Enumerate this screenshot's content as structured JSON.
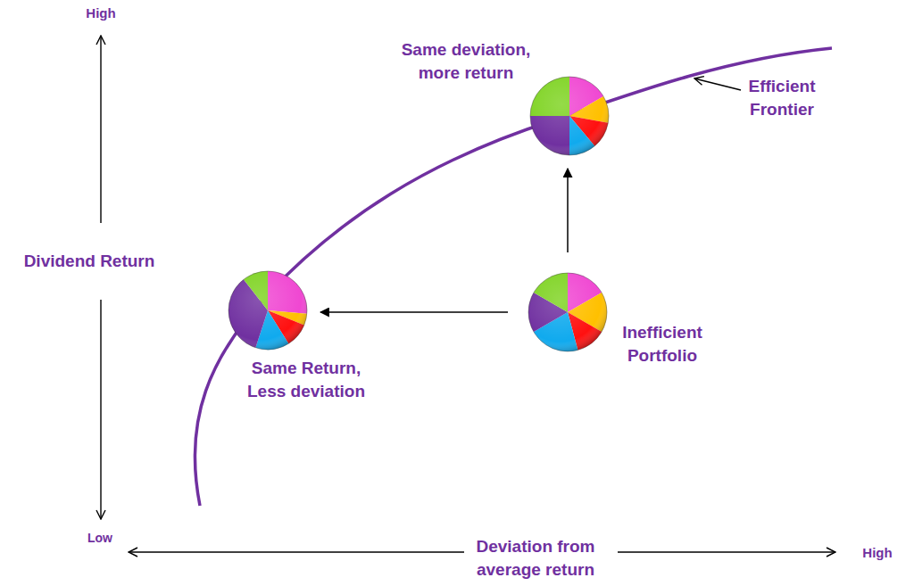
{
  "diagram": {
    "nodes": [
      {
        "text": [
          "Same deviation, more return"
        ]
      },
      {
        "text": [
          "Same Return, Less deviation"
        ]
      },
      {
        "text": [
          "Inefficient Portfolio"
        ]
      }
    ],
    "edges": [
      {
        "from": 2,
        "to": 0,
        "arrow": "to"
      },
      {
        "from": 2,
        "to": 1,
        "arrow": "to"
      }
    ],
    "labels": [
      "High",
      "Dividend Return",
      "Low",
      "Deviation from average return",
      "High",
      "Efficient Frontier"
    ]
  }
}
